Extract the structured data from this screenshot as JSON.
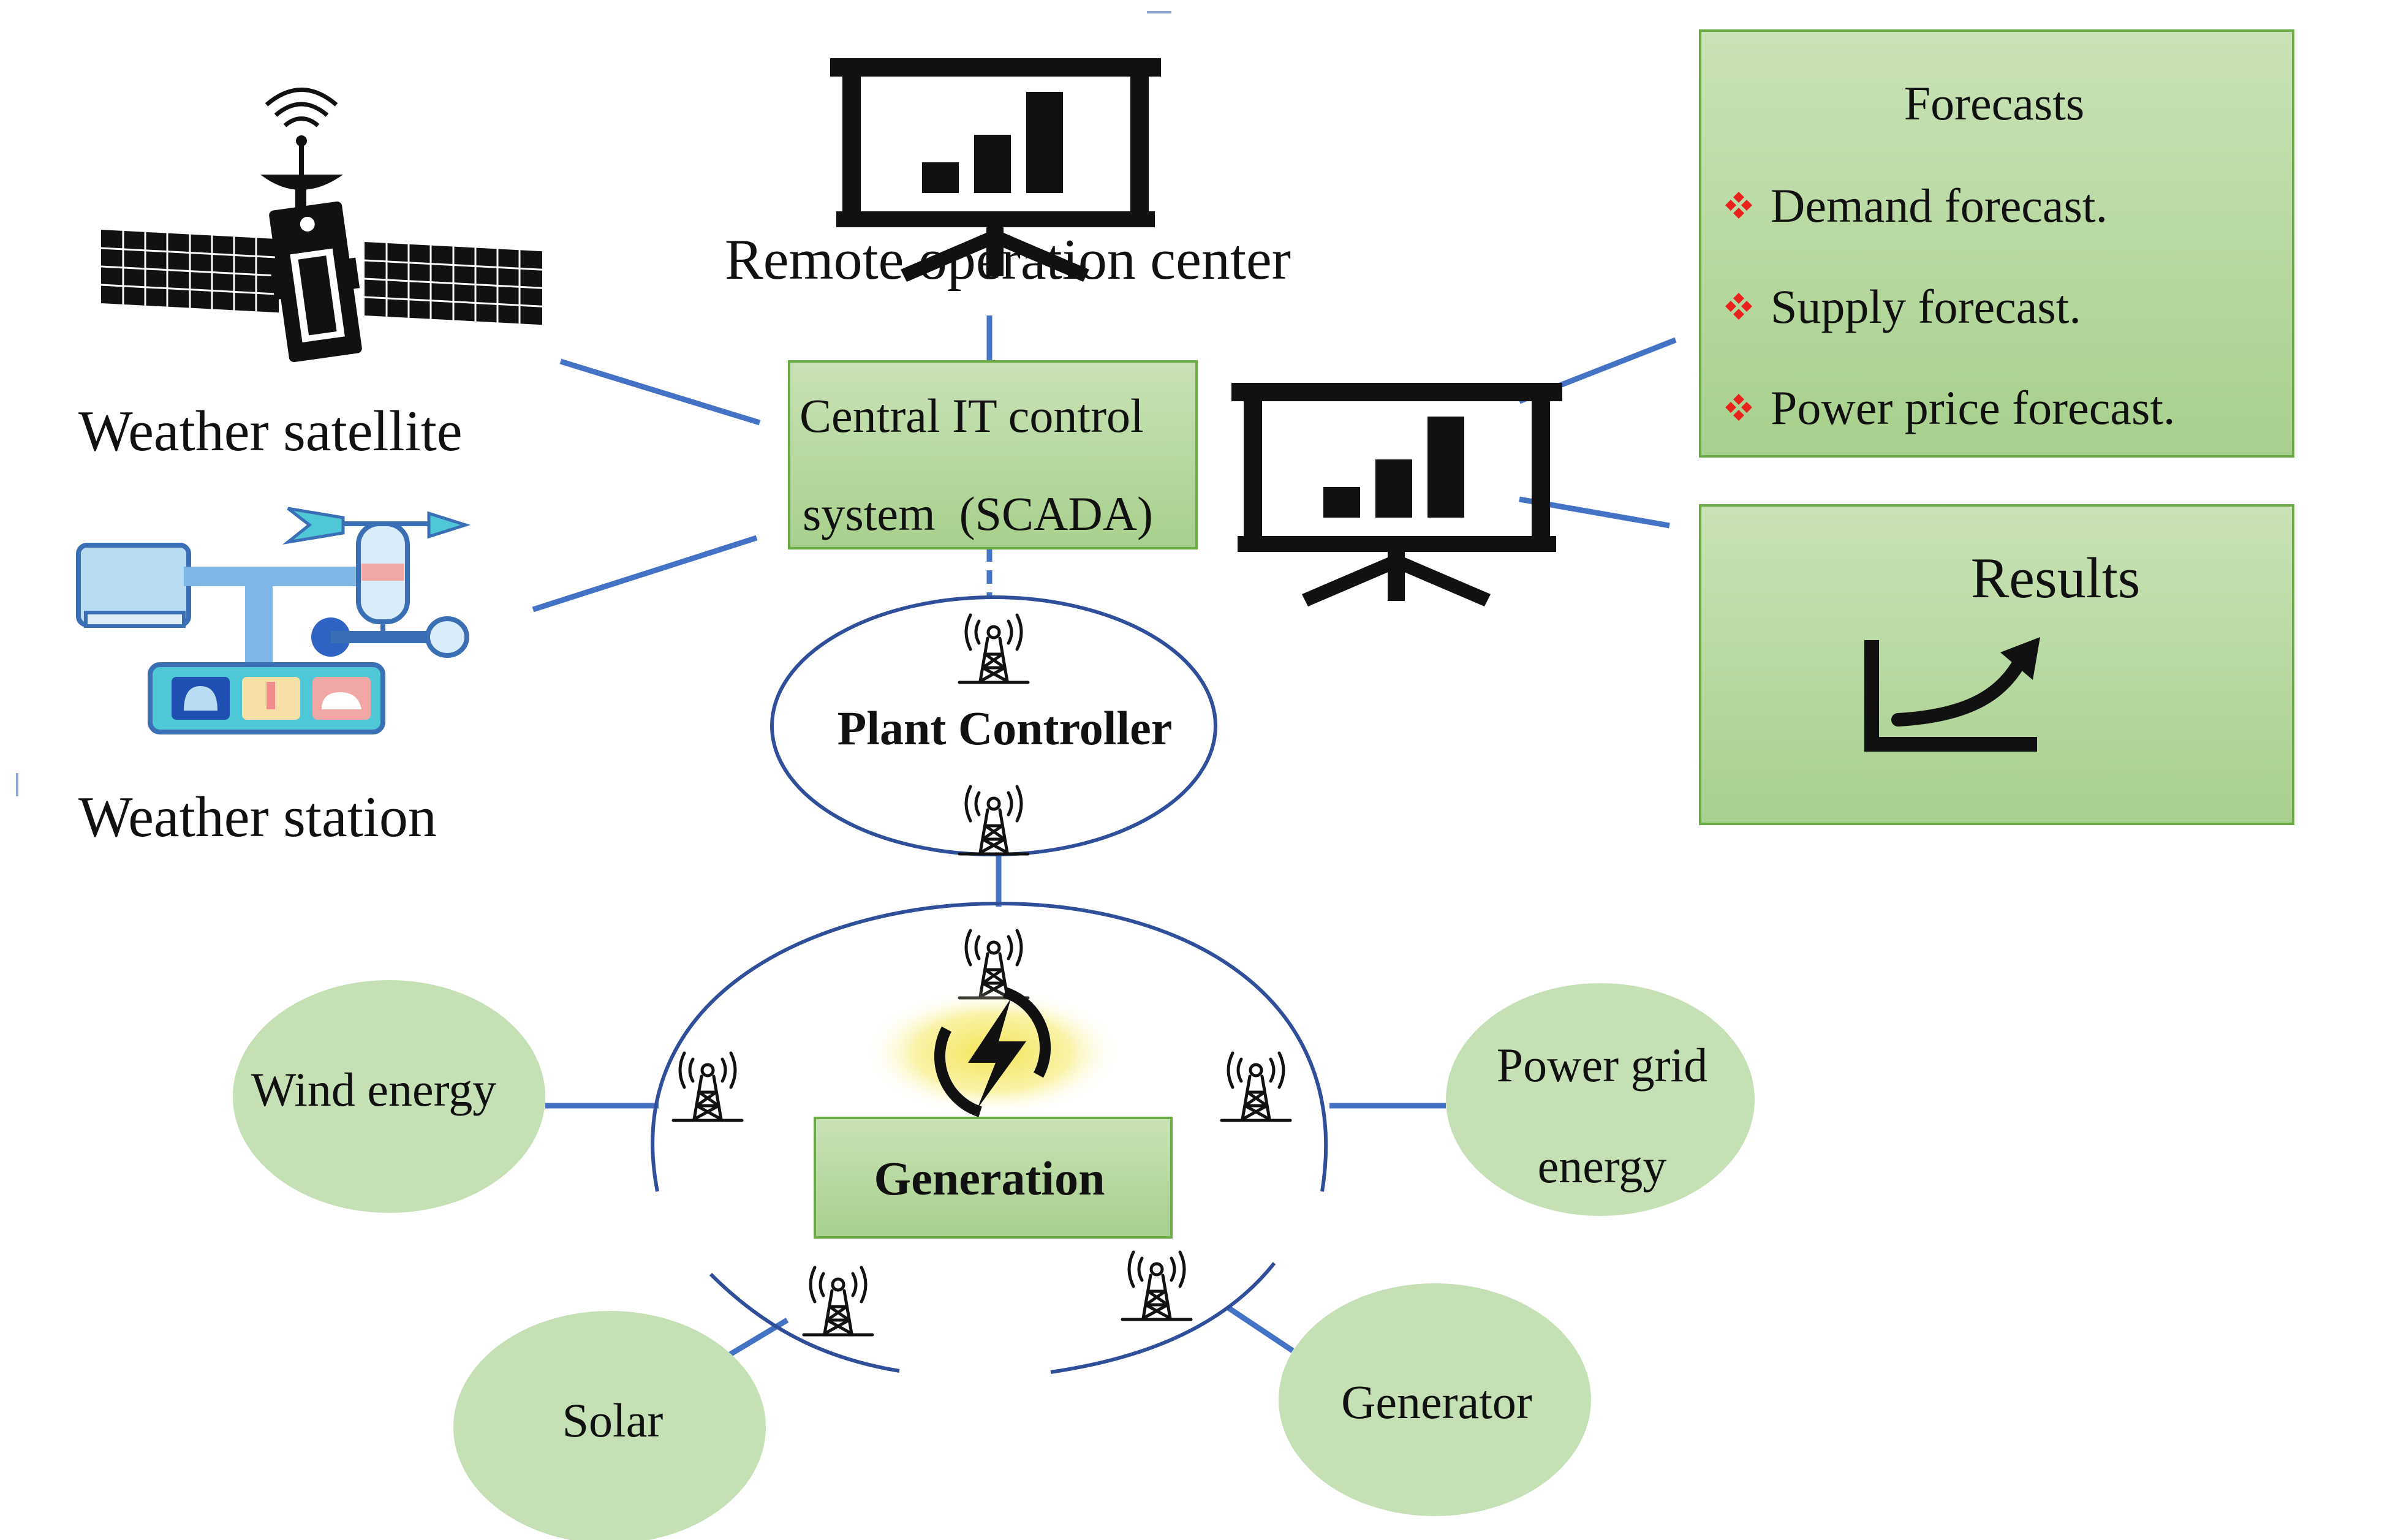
{
  "labels": {
    "remote_center": "Remote operation center",
    "weather_satellite": "Weather satellite",
    "weather_station": "Weather station",
    "central_line1": "Central IT control",
    "central_line2": "system  (SCADA)",
    "plant_controller": "Plant Controller",
    "generation": "Generation",
    "wind": "Wind energy",
    "power_grid_line1": "Power grid",
    "power_grid_line2": "energy",
    "solar": "Solar",
    "generator": "Generator",
    "forecasts_title": "Forecasts",
    "forecast_items": [
      "Demand forecast.",
      "Supply forecast.",
      "Power price forecast."
    ],
    "results": "Results"
  },
  "colors": {
    "box_fill_light": "#c9e2b6",
    "box_fill_dark": "#a8d08d",
    "node_fill": "#c5e0b4",
    "link": "#4472c4",
    "arc": "#2f4f9a",
    "bullet": "#e8221d",
    "bolt_glow": "#f2e24a"
  },
  "icons": [
    "satellite-icon",
    "weather-station-icon",
    "presentation-board-icon",
    "radio-tower-icon",
    "lightning-bolt-icon",
    "growth-chart-icon",
    "diamond-bullet-icon"
  ]
}
